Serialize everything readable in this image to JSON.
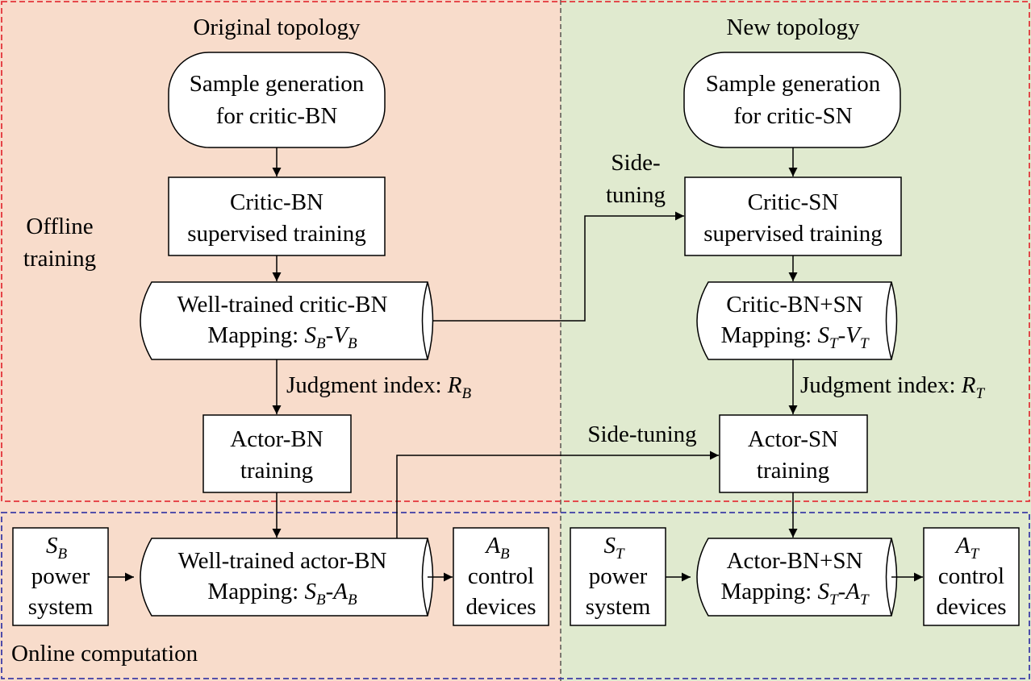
{
  "regions": {
    "original": {
      "title": "Original topology",
      "fill": "#f8dccb"
    },
    "new": {
      "title": "New topology",
      "fill": "#e0eacf"
    },
    "offline_label": [
      "Offline",
      "training"
    ],
    "online_label": "Online computation",
    "offline_border_color": "#e3343a",
    "online_border_color": "#3c3ca6"
  },
  "left": {
    "sample_gen": [
      "Sample generation",
      "for critic-BN"
    ],
    "critic_train": [
      "Critic-BN",
      "supervised training"
    ],
    "well_trained_critic": {
      "line1": "Well-trained critic-BN",
      "map_prefix": "Mapping: ",
      "s": "S",
      "s_sub": "B",
      "dash": "-",
      "v": "V",
      "v_sub": "B"
    },
    "judgment": {
      "text": "Judgment index: ",
      "r": "R",
      "r_sub": "B"
    },
    "actor_train": [
      "Actor-BN",
      "training"
    ],
    "power_system": {
      "s": "S",
      "s_sub": "B",
      "line2": "power",
      "line3": "system"
    },
    "well_trained_actor": {
      "line1": "Well-trained actor-BN",
      "map_prefix": "Mapping: ",
      "s": "S",
      "s_sub": "B",
      "dash": "-",
      "a": "A",
      "a_sub": "B"
    },
    "control": {
      "a": "A",
      "a_sub": "B",
      "line2": "control",
      "line3": "devices"
    }
  },
  "right": {
    "sample_gen": [
      "Sample generation",
      "for critic-SN"
    ],
    "critic_train": [
      "Critic-SN",
      "supervised training"
    ],
    "critic_combined": {
      "line1": "Critic-BN+SN",
      "map_prefix": "Mapping: ",
      "s": "S",
      "s_sub": "T",
      "dash": "-",
      "v": "V",
      "v_sub": "T"
    },
    "judgment": {
      "text": "Judgment index: ",
      "r": "R",
      "r_sub": "T"
    },
    "actor_train": [
      "Actor-SN",
      "training"
    ],
    "power_system": {
      "s": "S",
      "s_sub": "T",
      "line2": "power",
      "line3": "system"
    },
    "actor_combined": {
      "line1": "Actor-BN+SN",
      "map_prefix": "Mapping: ",
      "s": "S",
      "s_sub": "T",
      "dash": "-",
      "a": "A",
      "a_sub": "T"
    },
    "control": {
      "a": "A",
      "a_sub": "T",
      "line2": "control",
      "line3": "devices"
    }
  },
  "side_tuning_critic": [
    "Side-",
    "tuning"
  ],
  "side_tuning_actor": "Side-tuning"
}
